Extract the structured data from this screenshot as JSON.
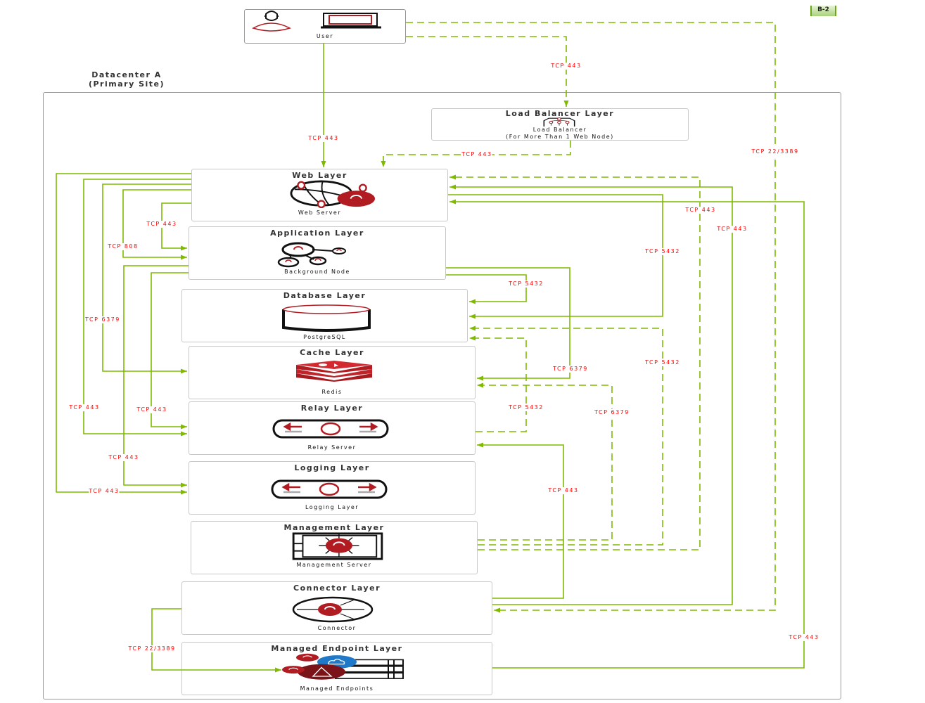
{
  "badge": "B-2",
  "datacenter": {
    "title_line1": "Datacenter A",
    "title_line2": "(Primary Site)"
  },
  "nodes": {
    "user": {
      "caption": "User"
    },
    "load_balancer": {
      "title": "Load Balancer Layer",
      "caption_line1": "Load Balancer",
      "caption_line2": "(For More Than 1 Web Node)"
    },
    "web": {
      "title": "Web Layer",
      "caption": "Web Server"
    },
    "application": {
      "title": "Application Layer",
      "caption": "Background Node"
    },
    "database": {
      "title": "Database Layer",
      "caption": "PostgreSQL"
    },
    "cache": {
      "title": "Cache Layer",
      "caption": "Redis"
    },
    "relay": {
      "title": "Relay Layer",
      "caption": "Relay Server"
    },
    "logging": {
      "title": "Logging Layer",
      "caption": "Logging Layer"
    },
    "management": {
      "title": "Management Layer",
      "caption": "Management Server"
    },
    "connector": {
      "title": "Connector Layer",
      "caption": "Connector"
    },
    "managed_endpoint": {
      "title": "Managed Endpoint Layer",
      "caption": "Managed Endpoints"
    }
  },
  "colors": {
    "connector_line": "#7fba00",
    "port_label": "#ff0000",
    "icon_red": "#b01c22",
    "cloud_blue": "#1f78c8"
  },
  "edges": [
    {
      "from": "user",
      "to": "web",
      "label": "TCP 443",
      "style": "solid"
    },
    {
      "from": "user",
      "to": "load_balancer",
      "label": "TCP 443",
      "style": "dashed"
    },
    {
      "from": "user",
      "to": "connector",
      "label": "TCP 22/3389",
      "style": "dashed"
    },
    {
      "from": "load_balancer",
      "to": "web",
      "label": "TCP 443",
      "style": "dashed"
    },
    {
      "from": "web",
      "to": "logging",
      "label": "TCP 443",
      "style": "solid"
    },
    {
      "from": "web",
      "to": "relay",
      "label": "TCP 443",
      "style": "solid"
    },
    {
      "from": "web",
      "to": "cache",
      "label": "TCP 6379",
      "style": "solid"
    },
    {
      "from": "web",
      "to": "application",
      "label": "TCP 808",
      "style": "solid"
    },
    {
      "from": "web",
      "to": "application",
      "label": "TCP 443",
      "style": "solid"
    },
    {
      "from": "application",
      "to": "logging",
      "label": "TCP 443",
      "style": "solid"
    },
    {
      "from": "application",
      "to": "relay",
      "label": "TCP 443",
      "style": "solid"
    },
    {
      "from": "application",
      "to": "cache",
      "label": "TCP 6379",
      "style": "solid"
    },
    {
      "from": "application",
      "to": "database",
      "label": "TCP 5432",
      "style": "solid"
    },
    {
      "from": "web",
      "to": "database",
      "label": "TCP 5432",
      "style": "solid"
    },
    {
      "from": "management",
      "to": "database",
      "label": "TCP 5432",
      "style": "dashed"
    },
    {
      "from": "relay",
      "to": "database",
      "label": "TCP 5432",
      "style": "dashed"
    },
    {
      "from": "management",
      "to": "cache",
      "label": "TCP 6379",
      "style": "dashed"
    },
    {
      "from": "management",
      "to": "web",
      "label": "TCP 443",
      "style": "dashed"
    },
    {
      "from": "connector",
      "to": "web",
      "label": "TCP 443",
      "style": "solid"
    },
    {
      "from": "managed_endpoint",
      "to": "web",
      "label": "TCP 443",
      "style": "solid"
    },
    {
      "from": "connector",
      "to": "relay",
      "label": "TCP 443",
      "style": "solid"
    },
    {
      "from": "connector",
      "to": "managed_endpoint",
      "label": "TCP 22/3389",
      "style": "solid"
    }
  ]
}
